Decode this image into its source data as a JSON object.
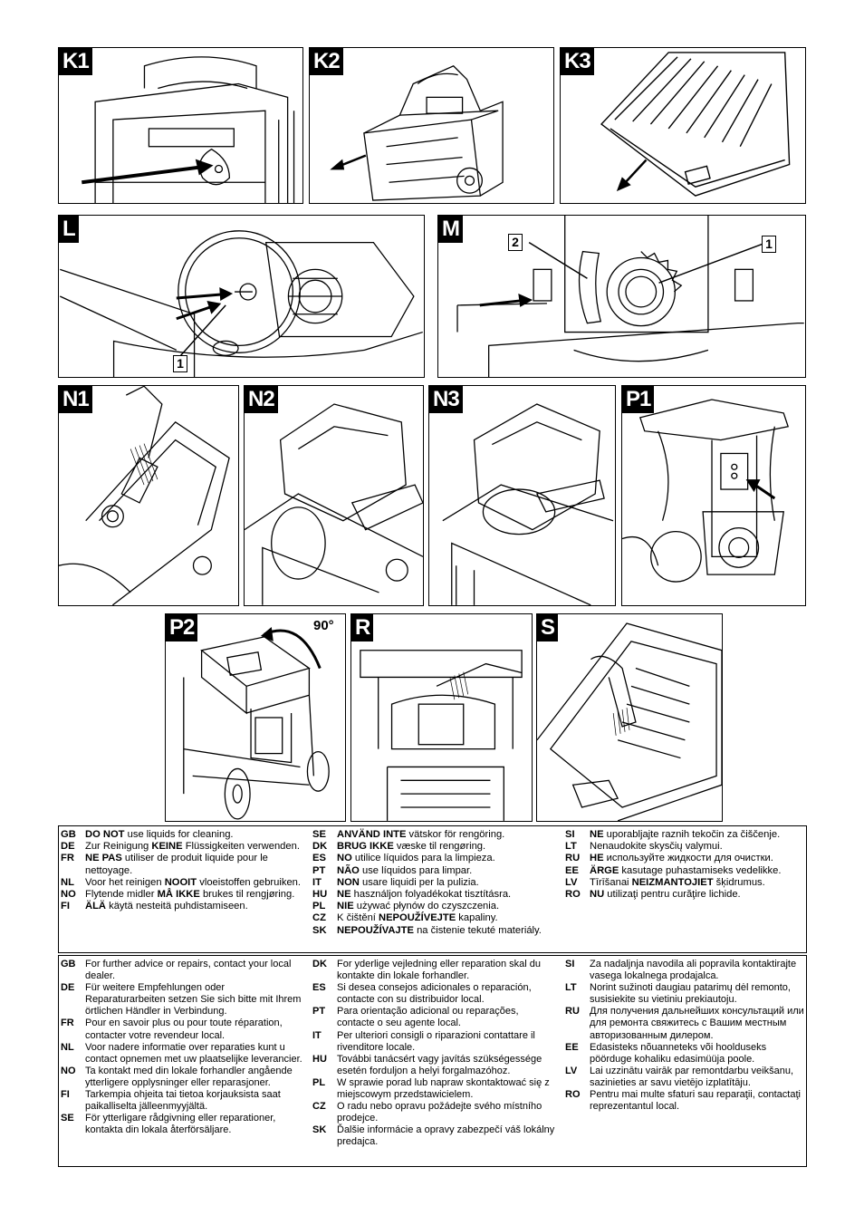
{
  "panels": {
    "K1": "K1",
    "K2": "K2",
    "K3": "K3",
    "L": "L",
    "M": "M",
    "N1": "N1",
    "N2": "N2",
    "N3": "N3",
    "P1": "P1",
    "P2": "P2",
    "R": "R",
    "S": "S"
  },
  "callouts": {
    "L_1": "1",
    "M_1": "1",
    "M_2": "2"
  },
  "rotation_label": "90°",
  "cleaning": {
    "col1": [
      {
        "code": "GB",
        "strong": "DO NOT",
        "text": " use liquids for cleaning."
      },
      {
        "code": "DE",
        "pre": "Zur Reinigung ",
        "strong": "KEINE",
        "text": " Flüssigkeiten verwenden."
      },
      {
        "code": "FR",
        "strong": "NE PAS",
        "text": " utiliser de produit liquide pour le nettoyage."
      },
      {
        "code": "NL",
        "pre": "Voor het reinigen ",
        "strong": "NOOIT",
        "text": " vloeistoffen gebruiken."
      },
      {
        "code": "NO",
        "pre": "Flytende midler ",
        "strong": "MÅ IKKE",
        "text": " brukes til rengjøring."
      },
      {
        "code": "FI",
        "strong": "ÄLÄ",
        "text": " käytä nesteitä puhdistamiseen."
      }
    ],
    "col2": [
      {
        "code": "SE",
        "strong": "ANVÄND INTE",
        "text": " vätskor för rengöring."
      },
      {
        "code": "DK",
        "strong": "BRUG IKKE",
        "text": " væske til rengøring."
      },
      {
        "code": "ES",
        "strong": "NO",
        "text": " utilice líquidos para la limpieza."
      },
      {
        "code": "PT",
        "strong": "NÃO",
        "text": " use líquidos para limpar."
      },
      {
        "code": "IT",
        "strong": "NON",
        "text": " usare liquidi per la pulizia."
      },
      {
        "code": "HU",
        "strong": "NE",
        "text": " használjon folyadékokat tisztításra."
      },
      {
        "code": "PL",
        "strong": "NIE",
        "text": " używać płynów do czyszczenia."
      },
      {
        "code": "CZ",
        "pre": "K čištění ",
        "strong": "NEPOUŽÍVEJTE",
        "text": " kapaliny."
      },
      {
        "code": "SK",
        "strong": "NEPOUŽÍVAJTE",
        "text": " na čistenie tekuté materiály."
      }
    ],
    "col3": [
      {
        "code": "SI",
        "strong": "NE",
        "text": " uporabljajte raznih tekočin za čiščenje."
      },
      {
        "code": "LT",
        "text": "Nenaudokite skysčių valymui."
      },
      {
        "code": "RU",
        "strong": "НЕ",
        "text": " используйте жидкости для очистки."
      },
      {
        "code": "EE",
        "strong": "ÄRGE",
        "text": " kasutage puhastamiseks vedelikke."
      },
      {
        "code": "LV",
        "pre": "Tīrīšanai ",
        "strong": "NEIZMANTOJIET",
        "text": " šķidrumus."
      },
      {
        "code": "RO",
        "strong": "NU",
        "text": " utilizaţi pentru curăţire lichide."
      }
    ]
  },
  "advice": {
    "col1": [
      {
        "code": "GB",
        "text": "For further advice or repairs, contact your local dealer."
      },
      {
        "code": "DE",
        "text": "Für weitere Empfehlungen oder Reparaturarbeiten setzen Sie sich bitte mit Ihrem örtlichen Händler in Verbindung."
      },
      {
        "code": "FR",
        "text": "Pour en savoir plus ou pour toute réparation, contacter votre revendeur local."
      },
      {
        "code": "NL",
        "text": "Voor nadere informatie over reparaties kunt u contact opnemen met uw plaatselijke leverancier."
      },
      {
        "code": "NO",
        "text": "Ta kontakt med din lokale forhandler angående ytterligere opplysninger eller reparasjoner."
      },
      {
        "code": "FI",
        "text": "Tarkempia ohjeita tai tietoa korjauksista saat paikalliselta jälleenmyyjältä."
      },
      {
        "code": "SE",
        "text": "För ytterligare rådgivning eller reparationer, kontakta din lokala återförsäljare."
      }
    ],
    "col2": [
      {
        "code": "DK",
        "text": "For yderlige vejledning eller reparation skal du kontakte din lokale forhandler."
      },
      {
        "code": "ES",
        "text": "Si desea consejos adicionales o reparación, contacte con su distribuidor local."
      },
      {
        "code": "PT",
        "text": "Para orientação adicional ou reparações, contacte o seu agente local."
      },
      {
        "code": "IT",
        "text": "Per ulteriori consigli o riparazioni contattare il rivenditore locale."
      },
      {
        "code": "HU",
        "text": "További tanácsért vagy javítás szükségessége esetén forduljon a helyi forgalmazóhoz."
      },
      {
        "code": "PL",
        "text": "W sprawie porad lub napraw skontaktować się z miejscowym przedstawicielem."
      },
      {
        "code": "CZ",
        "text": "O radu nebo opravu požádejte svého místního prodejce."
      },
      {
        "code": "SK",
        "text": "Ďalšie informácie a opravy zabezpečí váš lokálny predajca."
      }
    ],
    "col3": [
      {
        "code": "SI",
        "text": "Za nadaljnja navodila ali popravila kontaktirajte vasega lokalnega prodajalca."
      },
      {
        "code": "LT",
        "text": "Norint sužinoti daugiau patarimų dėl remonto, susisiekite su vietiniu prekiautoju."
      },
      {
        "code": "RU",
        "text": "Для получения дальнейших консультаций или для ремонта свяжитесь с Вашим местным авторизованным дилером."
      },
      {
        "code": "EE",
        "text": "Edasisteks nõuanneteks või hoolduseks pöörduge kohaliku edasimüüja poole."
      },
      {
        "code": "LV",
        "text": "Lai uzzinātu vairāk par remontdarbu veikšanu, sazinieties ar savu vietējo izplatītāju."
      },
      {
        "code": "RO",
        "text": "Pentru mai multe sfaturi sau reparaţii, contactaţi reprezentantul local."
      }
    ]
  }
}
